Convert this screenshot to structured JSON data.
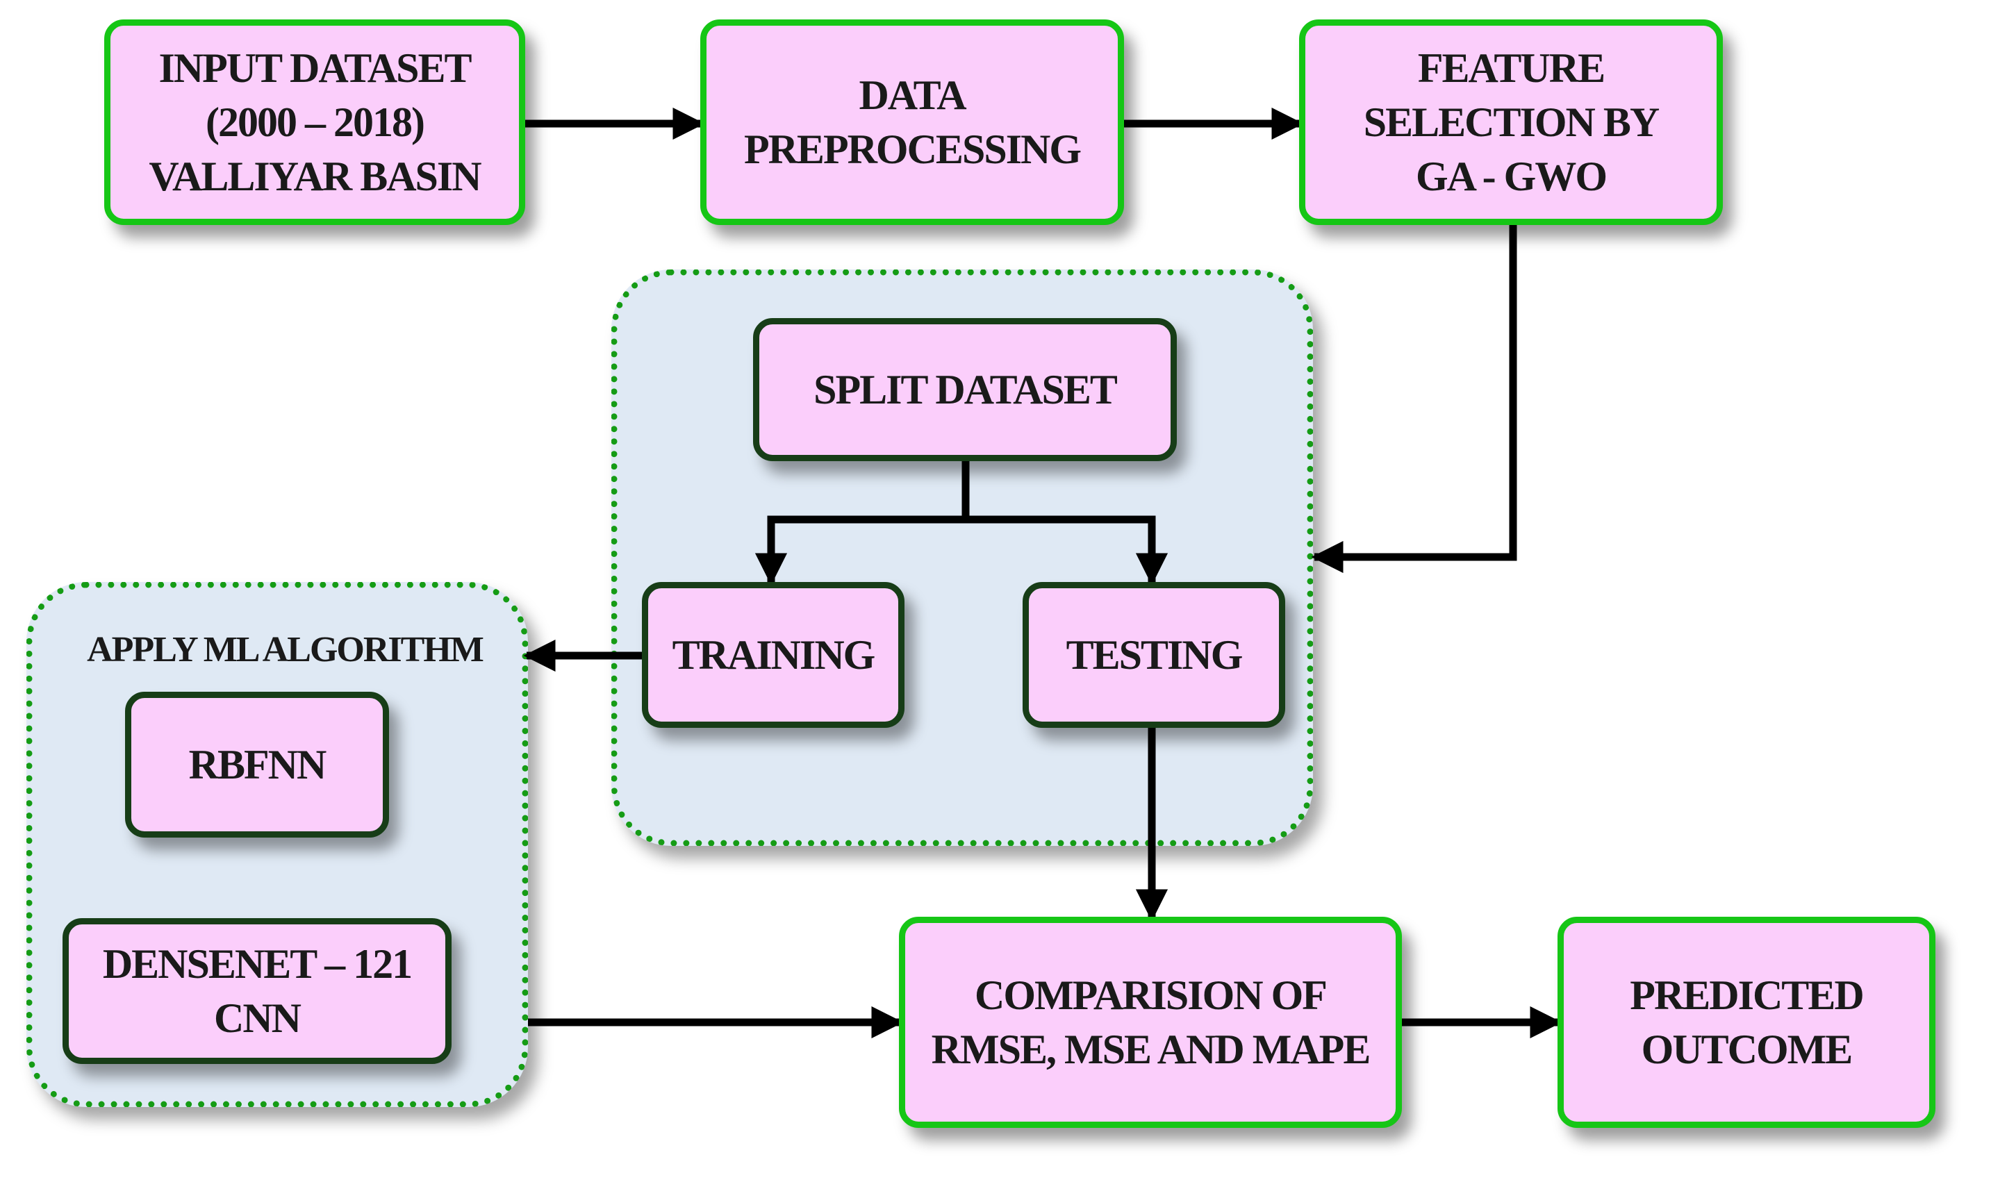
{
  "diagram": {
    "nodes": {
      "input_dataset": "INPUT DATASET\n(2000 – 2018)\nVALLIYAR BASIN",
      "data_preprocessing": "DATA\nPREPROCESSING",
      "feature_selection": "FEATURE\nSELECTION BY\nGA - GWO",
      "split_dataset": "SPLIT DATASET",
      "training": "TRAINING",
      "testing": "TESTING",
      "rbfnn": "RBFNN",
      "densenet": "DENSENET – 121\nCNN",
      "comparison": "COMPARISION OF\nRMSE, MSE AND MAPE",
      "predicted_outcome": "PREDICTED\nOUTCOME"
    },
    "groups": {
      "apply_ml_title": "APPLY ML ALGORITHM"
    },
    "edges": [
      {
        "from": "input_dataset",
        "to": "data_preprocessing"
      },
      {
        "from": "data_preprocessing",
        "to": "feature_selection"
      },
      {
        "from": "feature_selection",
        "to": "split_group"
      },
      {
        "from": "split_dataset",
        "to": "training"
      },
      {
        "from": "split_dataset",
        "to": "testing"
      },
      {
        "from": "training",
        "to": "apply_ml_group"
      },
      {
        "from": "testing",
        "to": "comparison"
      },
      {
        "from": "apply_ml_group",
        "to": "comparison"
      },
      {
        "from": "comparison",
        "to": "predicted_outcome"
      }
    ],
    "colors": {
      "node_fill": "#fbcefb",
      "bright_green_border": "#16c616",
      "dark_green_border": "#173d17",
      "group_fill": "#dfe9f4",
      "group_dotted_border": "#159c15",
      "arrow": "#000000",
      "text": "#1a1a1a"
    }
  }
}
